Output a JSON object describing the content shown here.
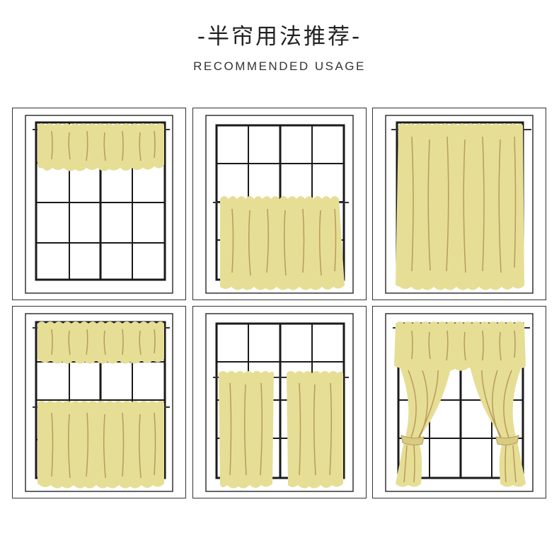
{
  "header": {
    "title": "-半帘用法推荐-",
    "subtitle": "RECOMMENDED USAGE"
  },
  "colors": {
    "curtain": "#e6de95",
    "curtain_shade": "#b99a5e",
    "frame": "#1a1a1a",
    "border": "#333333"
  },
  "panels": [
    {
      "usage": "valance-top",
      "icon": "window-valance-top-icon"
    },
    {
      "usage": "cafe-middle",
      "icon": "window-cafe-curtain-icon"
    },
    {
      "usage": "full-panel",
      "icon": "window-full-curtain-icon"
    },
    {
      "usage": "valance-and-cafe",
      "icon": "window-tier-set-icon"
    },
    {
      "usage": "two-side-panels",
      "icon": "window-side-panels-icon"
    },
    {
      "usage": "valance-and-tieback",
      "icon": "window-tieback-curtain-icon"
    }
  ]
}
